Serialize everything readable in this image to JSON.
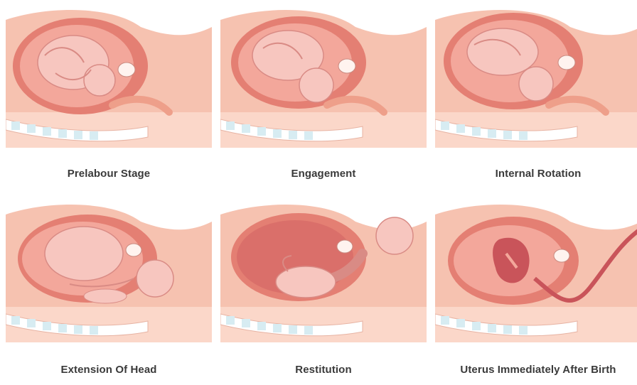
{
  "stages": [
    {
      "label": "Prelabour Stage"
    },
    {
      "label": "Engagement"
    },
    {
      "label": "Internal Rotation"
    },
    {
      "label": "Extension Of Head"
    },
    {
      "label": "Restitution"
    },
    {
      "label": "Uterus Immediately After Birth"
    }
  ],
  "colors": {
    "skin": "#f6c2b0",
    "skin_dark": "#ee9f8a",
    "uterus": "#e47f73",
    "cavity": "#f3a79b",
    "fetus": "#f7c6bf",
    "fetus_line": "#d98b85",
    "spine_blue": "#d7ecf2",
    "placenta": "#c9545a",
    "caption": "#3a3a3a"
  }
}
